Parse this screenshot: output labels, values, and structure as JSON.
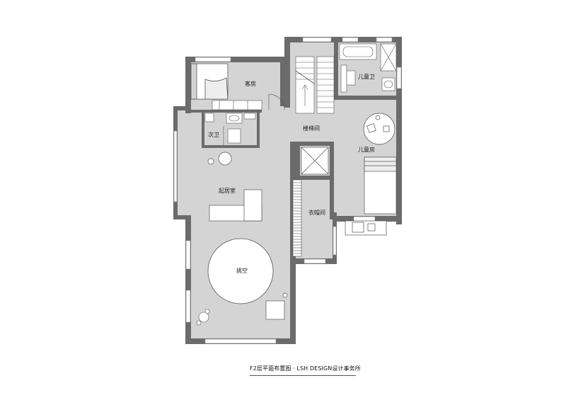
{
  "title": "F2层平面布置图 · LSH  DESIGN设计事务所",
  "rooms": {
    "guest_room": "客房",
    "second_bath": "次卫",
    "stair_hall": "楼梯间",
    "kids_bath": "儿童卫",
    "kids_room": "儿童房",
    "living_room": "起居室",
    "cloakroom": "衣帽间",
    "void": "挑空"
  },
  "colors": {
    "wall": "#6b6b6b",
    "floor": "#d4d4d4",
    "furniture": "#ffffff",
    "line": "#555555"
  }
}
